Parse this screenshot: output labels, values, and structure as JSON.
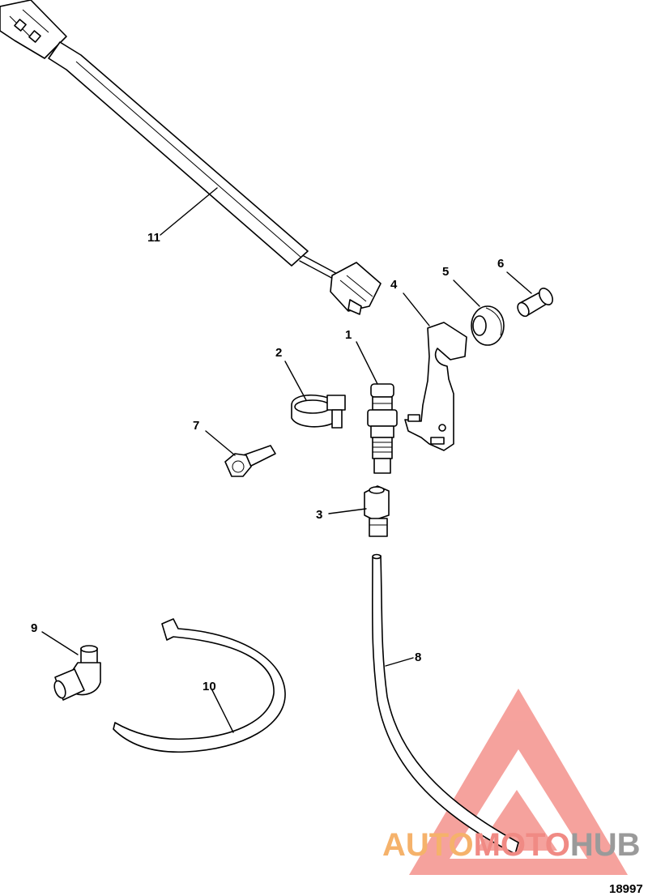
{
  "callouts": [
    "1",
    "2",
    "3",
    "4",
    "5",
    "6",
    "7",
    "8",
    "9",
    "10",
    "11"
  ],
  "figure_number": "18997",
  "watermark": {
    "text_part1": "AUTO",
    "text_part2": "MOTO",
    "text_part3": "HUB",
    "colors": {
      "orange": "#f5b26b",
      "red": "#f08a84",
      "gray": "#9a9a9a",
      "logo": "#f4928c"
    }
  }
}
